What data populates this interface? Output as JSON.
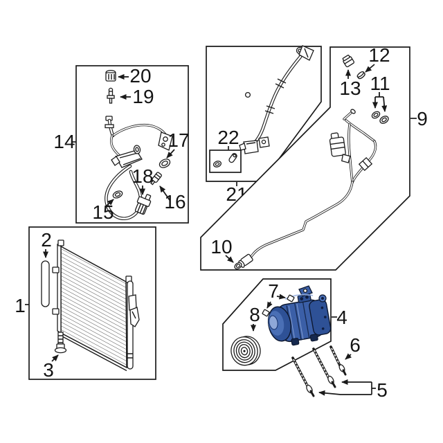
{
  "callouts": {
    "1": "1",
    "2": "2",
    "3": "3",
    "4": "4",
    "5": "5",
    "6": "6",
    "7": "7",
    "8": "8",
    "9": "9",
    "10": "10",
    "11": "11",
    "12": "12",
    "13": "13",
    "14": "14",
    "15": "15",
    "16": "16",
    "17": "17",
    "18": "18",
    "19": "19",
    "20": "20",
    "21": "21",
    "22": "22"
  },
  "colors": {
    "background": "#ffffff",
    "line": "#1a1a1a",
    "compressor": {
      "base": "#3b5fa7",
      "mid": "#4a6fb5",
      "dark": "#2e5196",
      "deep": "#16294f",
      "outline": "#0d1830",
      "light": "#8fa8d8",
      "hole": "#0f1d3f"
    }
  }
}
